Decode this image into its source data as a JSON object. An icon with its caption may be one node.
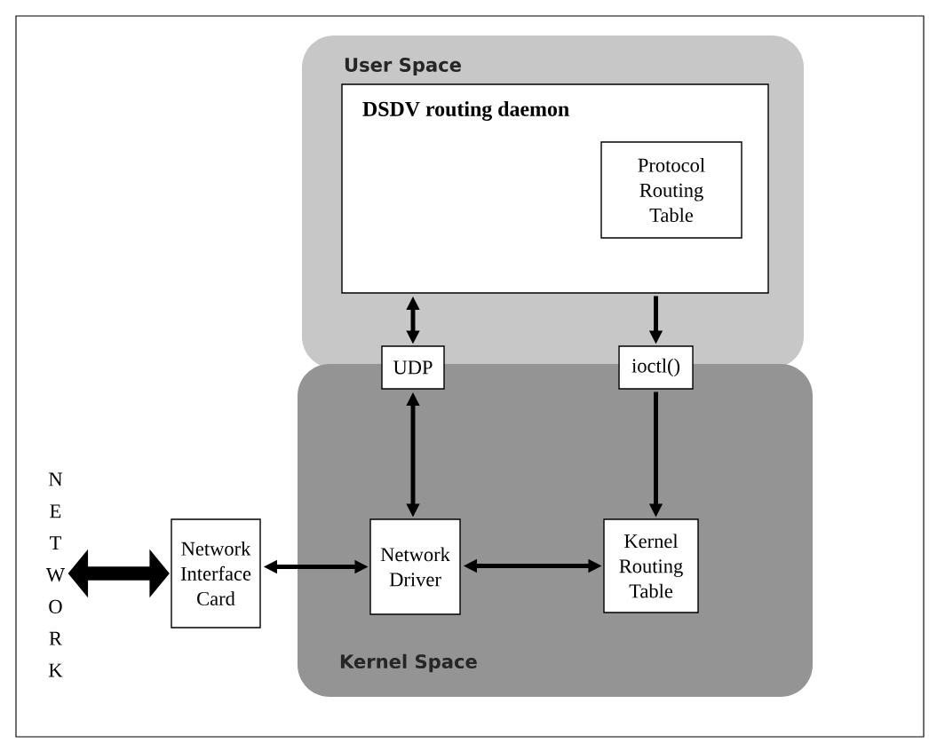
{
  "diagram": {
    "nodes": [
      {
        "text": [
          "User Space"
        ]
      },
      {
        "text": [
          "DSDV routing daemon"
        ],
        "in": 0
      },
      {
        "text": [
          "Protocol Routing Table"
        ],
        "in": 1
      },
      {
        "text": [
          "Kernel Space"
        ]
      },
      {
        "text": [
          "UDP"
        ]
      },
      {
        "text": [
          "ioctl()"
        ]
      },
      {
        "text": [
          "Network Driver"
        ],
        "in": 3
      },
      {
        "text": [
          "Kernel Routing Table"
        ],
        "in": 3
      },
      {
        "text": [
          "Network Interface Card"
        ]
      },
      {
        "text": [
          "N E T W O R K"
        ]
      }
    ],
    "edges": [
      {
        "from": 1,
        "to": 4,
        "arrow": "both"
      },
      {
        "from": 1,
        "to": 5,
        "arrow": "to"
      },
      {
        "from": 4,
        "to": 6,
        "arrow": "both"
      },
      {
        "from": 5,
        "to": 7,
        "arrow": "to"
      },
      {
        "from": 8,
        "to": 6,
        "arrow": "both"
      },
      {
        "from": 6,
        "to": 7,
        "arrow": "both"
      },
      {
        "from": 9,
        "to": 8,
        "arrow": "both",
        "style": "thick"
      }
    ]
  }
}
